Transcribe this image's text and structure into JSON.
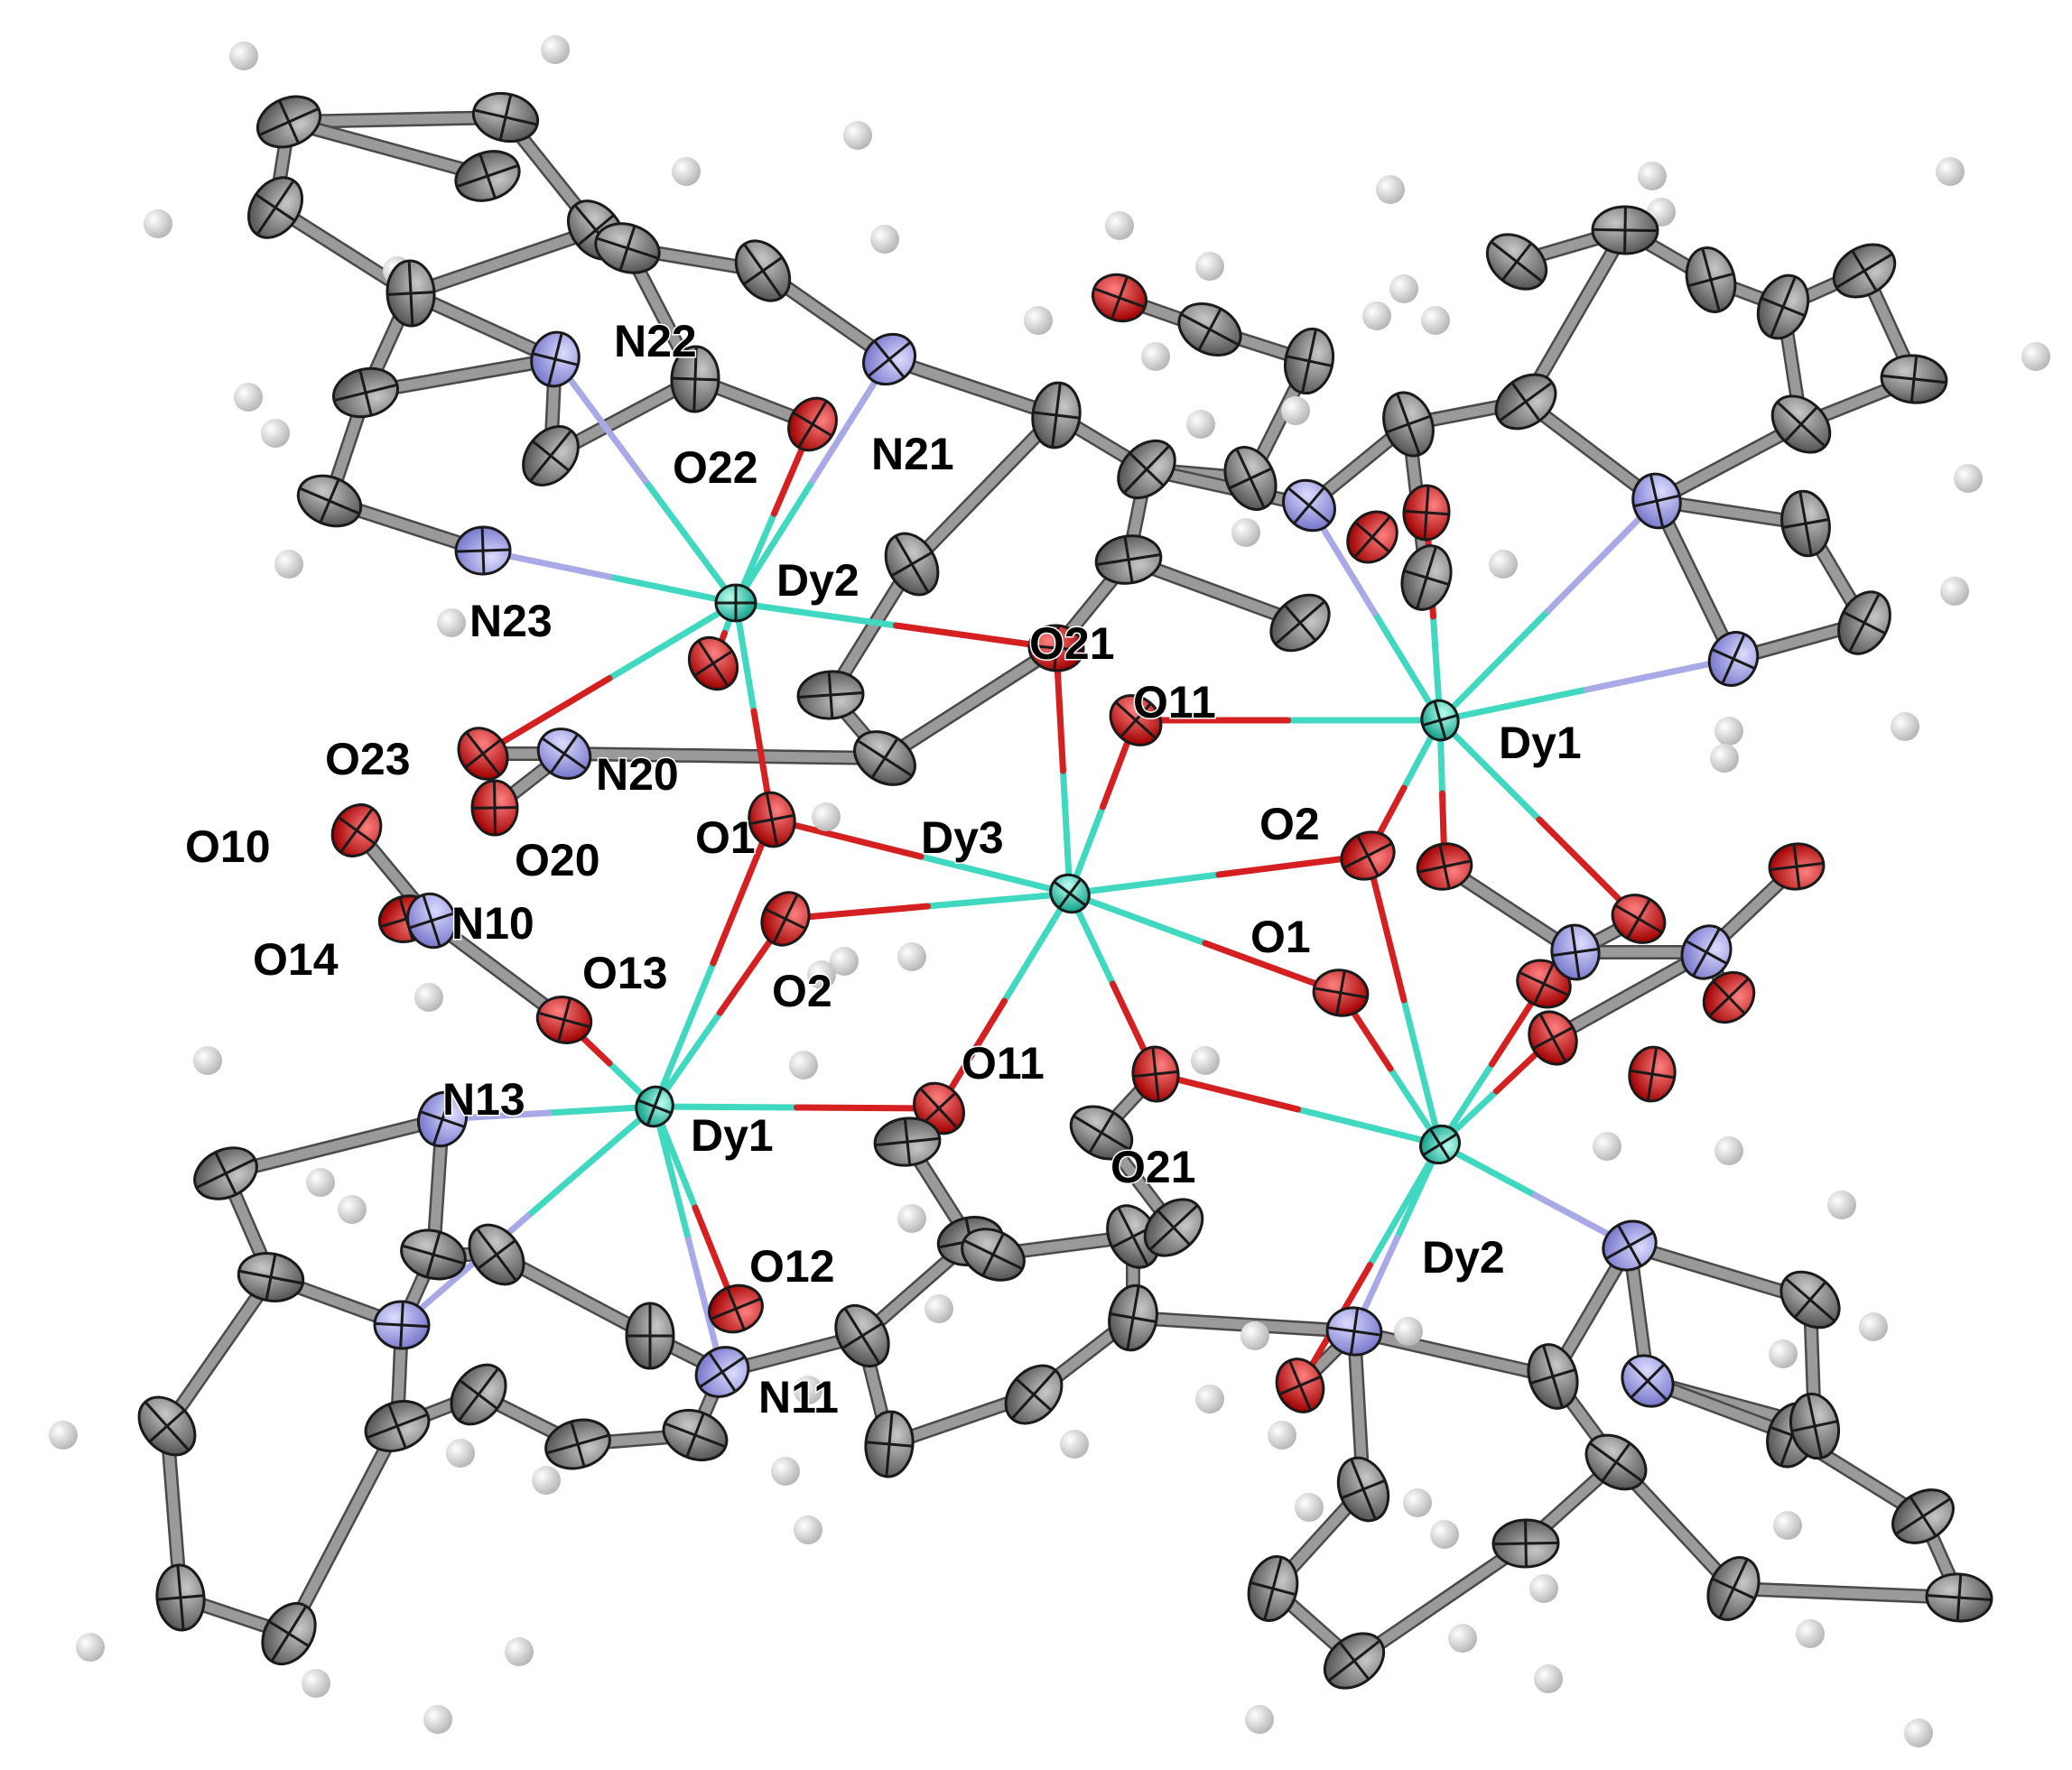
{
  "colors": {
    "C": "#7a7a7a",
    "H": "#d4d4d4",
    "N": "#9a9ae6",
    "O": "#e01414",
    "Dy": "#2fd0b8",
    "bond": "#9a9a9a",
    "coord": "#40d8c0",
    "coord_o": "#d42020"
  },
  "labels": [
    {
      "key": "N22",
      "text": "N22"
    },
    {
      "key": "N21",
      "text": "N21"
    },
    {
      "key": "O22",
      "text": "O22"
    },
    {
      "key": "N23",
      "text": "N23"
    },
    {
      "key": "Dy2a",
      "text": "Dy2"
    },
    {
      "key": "O21a",
      "text": "O21"
    },
    {
      "key": "O11a",
      "text": "O11"
    },
    {
      "key": "Dy1r",
      "text": "Dy1"
    },
    {
      "key": "O23",
      "text": "O23"
    },
    {
      "key": "N20",
      "text": "N20"
    },
    {
      "key": "O10",
      "text": "O10"
    },
    {
      "key": "O20",
      "text": "O20"
    },
    {
      "key": "O1a",
      "text": "O1"
    },
    {
      "key": "Dy3",
      "text": "Dy3"
    },
    {
      "key": "O2r",
      "text": "O2"
    },
    {
      "key": "N10",
      "text": "N10"
    },
    {
      "key": "O14",
      "text": "O14"
    },
    {
      "key": "O13",
      "text": "O13"
    },
    {
      "key": "O2a",
      "text": "O2"
    },
    {
      "key": "O1r",
      "text": "O1"
    },
    {
      "key": "O11b",
      "text": "O11"
    },
    {
      "key": "N13",
      "text": "N13"
    },
    {
      "key": "Dy1a",
      "text": "Dy1"
    },
    {
      "key": "O21b",
      "text": "O21"
    },
    {
      "key": "O12",
      "text": "O12"
    },
    {
      "key": "Dy2r",
      "text": "Dy2"
    },
    {
      "key": "N11",
      "text": "N11"
    }
  ]
}
